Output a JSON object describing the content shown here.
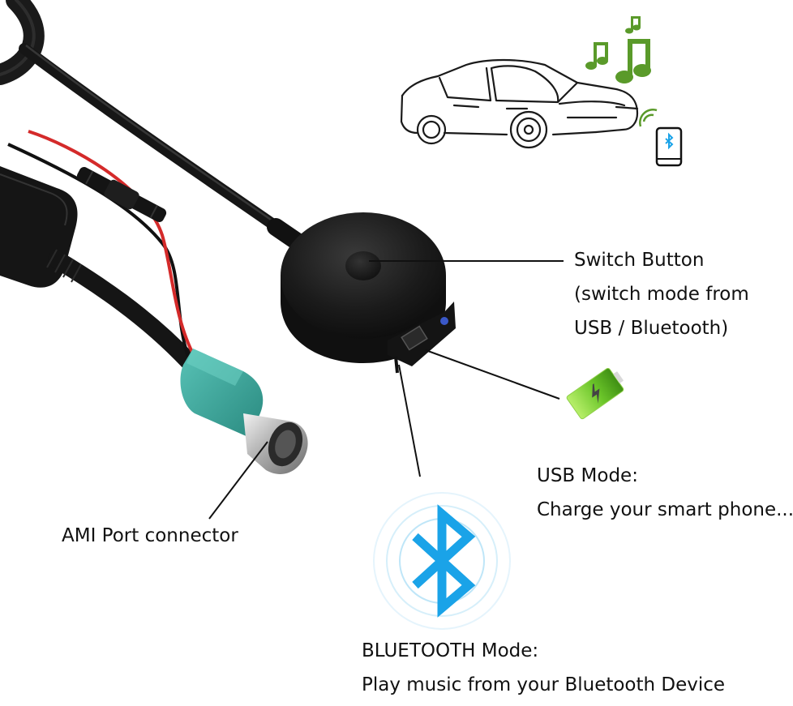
{
  "labels": {
    "switch_button": {
      "lines": [
        "Switch Button",
        "(switch mode from",
        "USB / Bluetooth)"
      ]
    },
    "usb_mode": {
      "title": "USB Mode:",
      "description": "Charge your smart phone..."
    },
    "bluetooth_mode": {
      "title": "BLUETOOTH Mode:",
      "description": "Play music from your Bluetooth Device"
    },
    "ami_port": {
      "text": "AMI Port connector"
    }
  },
  "colors": {
    "cable": "#1a1a1a",
    "red_wire": "#d42a2a",
    "connector": "#3fa89f",
    "music_note": "#5a9a2a",
    "bluetooth": "#1aa3e8",
    "battery": "#6cc62a"
  },
  "icons": {
    "phone": "bluetooth-phone-icon",
    "notes": "music-notes-icon",
    "battery": "battery-charging-icon",
    "bluetooth": "bluetooth-icon"
  }
}
